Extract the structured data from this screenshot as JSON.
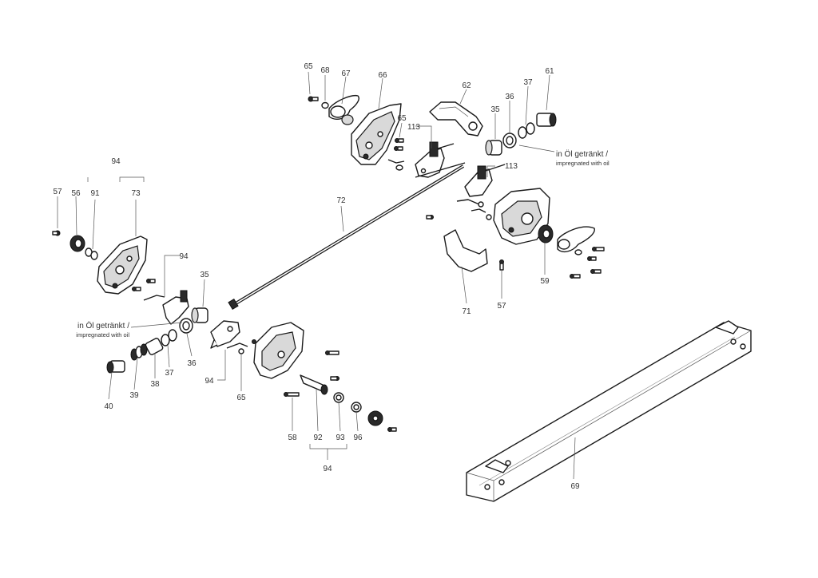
{
  "labels": {
    "p65a": "65",
    "p68": "68",
    "p67": "67",
    "p66": "66",
    "p62": "62",
    "p35a": "35",
    "p36a": "36",
    "p37a": "37",
    "p61": "61",
    "p65b": "65",
    "p113a": "113",
    "p113b": "113",
    "p94a": "94",
    "p57a": "57",
    "p56": "56",
    "p91": "91",
    "p73": "73",
    "p72": "72",
    "p94b": "94",
    "p35b": "35",
    "p40": "40",
    "p39": "39",
    "p38": "38",
    "p37b": "37",
    "p36b": "36",
    "p94c": "94",
    "p65c": "65",
    "p58": "58",
    "p92": "92",
    "p93": "93",
    "p96": "96",
    "p94d": "94",
    "p71": "71",
    "p57b": "57",
    "p59": "59",
    "p69": "69"
  },
  "notes": {
    "oil_top_de": "in Öl getränkt /",
    "oil_top_en": "impregnated with oil",
    "oil_left_de": "in Öl getränkt /",
    "oil_left_en": "impregnated with oil"
  }
}
